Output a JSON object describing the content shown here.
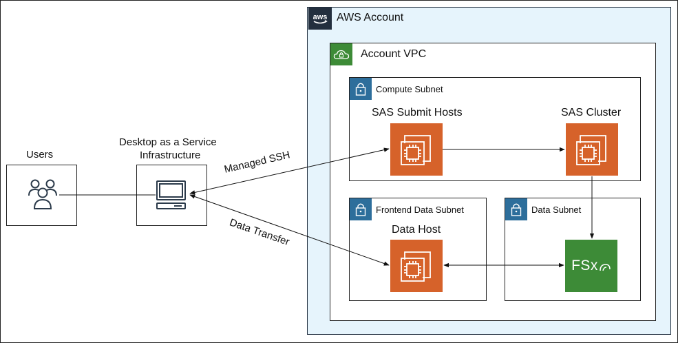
{
  "account": {
    "title": "AWS Account",
    "logo_text": "aws"
  },
  "vpc": {
    "title": "Account VPC"
  },
  "compute_subnet": {
    "title": "Compute Subnet"
  },
  "frontend_subnet": {
    "title": "Frontend Data Subnet"
  },
  "data_subnet": {
    "title": "Data Subnet"
  },
  "nodes": {
    "users": "Users",
    "daas_line1": "Desktop as a Service",
    "daas_line2": "Infrastructure",
    "submit_hosts": "SAS Submit Hosts",
    "cluster": "SAS Cluster",
    "data_host": "Data Host",
    "fsx_label": "FSx"
  },
  "edges": {
    "managed_ssh": "Managed SSH",
    "data_transfer": "Data Transfer"
  },
  "colors": {
    "account_bg": "#e6f4fc",
    "aws_badge": "#232f3e",
    "vpc_badge": "#3d8b37",
    "subnet_badge": "#2d6e9b",
    "ec2": "#d6622a",
    "fsx": "#3d8b37"
  }
}
